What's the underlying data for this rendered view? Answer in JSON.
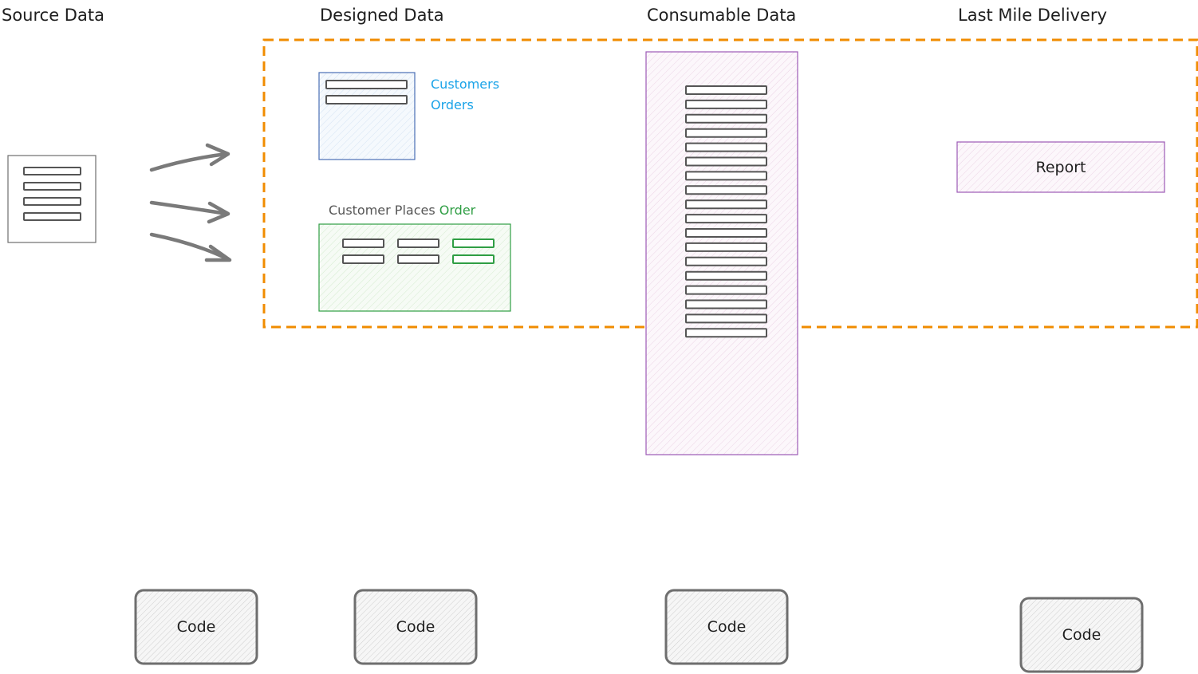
{
  "headings": {
    "source": "Source Data",
    "designed": "Designed Data",
    "consumable": "Consumable Data",
    "last_mile": "Last Mile Delivery"
  },
  "entities": {
    "customers": "Customers",
    "orders": "Orders"
  },
  "event": {
    "prefix": "Customer Places",
    "highlight": "Order"
  },
  "report": {
    "label": "Report"
  },
  "code_blocks": [
    "Code",
    "Code",
    "Code",
    "Code"
  ],
  "colors": {
    "scope_border": "#f08c00",
    "entity_border": "#4a6fb5",
    "entity_label": "#1aa3e8",
    "event_border": "#2f9e44",
    "consumable_border": "#9c59b6",
    "report_border": "#9c59b6",
    "arrow": "#7a7a7a"
  }
}
